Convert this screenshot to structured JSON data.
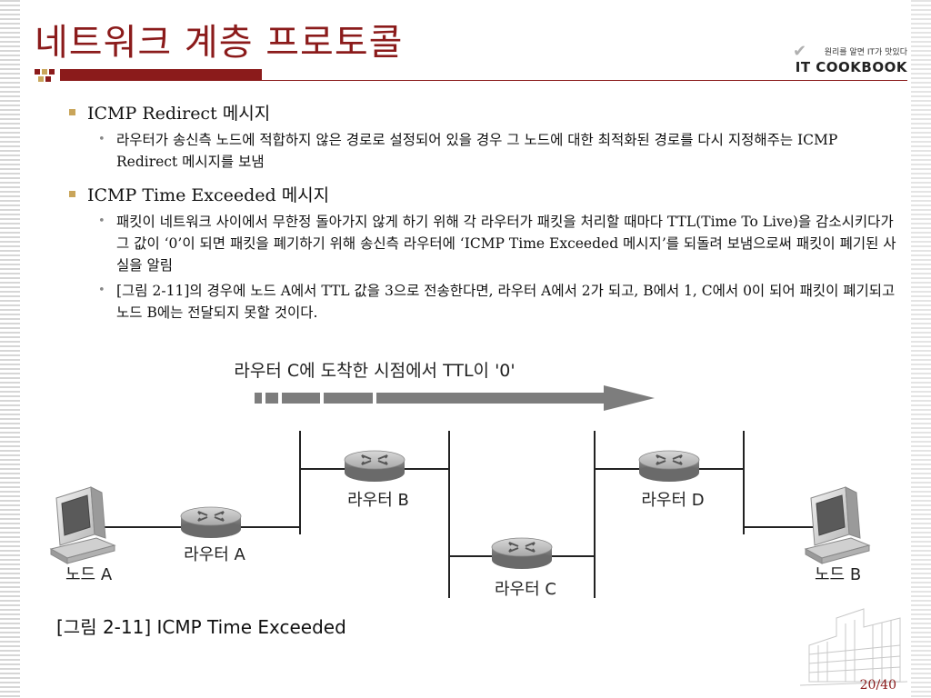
{
  "slide": {
    "title": "네트워크 계층 프로토콜",
    "page_number": "20/40"
  },
  "logo": {
    "tagline": "원리를 알면 IT가 맛있다",
    "name": "IT COOKBOOK"
  },
  "sections": [
    {
      "heading": "ICMP Redirect  메시지",
      "items": [
        "라우터가 송신측 노드에 적합하지 않은 경로로 설정되어 있을 경우 그 노드에 대한 최적화된 경로를 다시 지정해주는 ICMP Redirect 메시지를 보냄"
      ]
    },
    {
      "heading": "ICMP Time Exceeded 메시지",
      "items": [
        "패킷이 네트워크 사이에서 무한정 돌아가지 않게 하기 위해 각 라우터가 패킷을 처리할 때마다 TTL(Time To Live)을 감소시키다가 그 값이 ‘0’이 되면 패킷을 폐기하기 위해 송신측 라우터에 ‘ICMP Time Exceeded 메시지’를 되돌려 보냄으로써 패킷이 폐기된 사실을 알림",
        "[그림 2-11]의 경우에 노드 A에서 TTL 값을 3으로 전송한다면, 라우터 A에서 2가 되고, B에서 1, C에서 0이 되어 패킷이 폐기되고 노드 B에는 전달되지 못할 것이다."
      ]
    }
  ],
  "figure": {
    "arrow_label": "라우터 C에 도착한 시점에서 TTL이 '0'",
    "node_a": "노드 A",
    "node_b": "노드 B",
    "router_a": "라우터 A",
    "router_b": "라우터 B",
    "router_c": "라우터 C",
    "router_d": "라우터 D",
    "caption": "[그림 2-11] ICMP Time Exceeded"
  },
  "colors": {
    "title": "#8b1b1b",
    "bullet": "#c9a55a",
    "arrow": "#7d7d7d"
  }
}
